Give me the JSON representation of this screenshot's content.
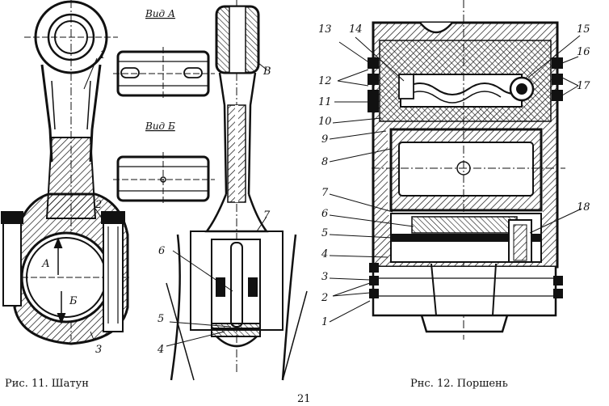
{
  "fig11": {
    "caption": "Рис. 11. Шатун",
    "view_a": "Вид А",
    "view_b": "Вид Б",
    "letter_a": "А",
    "letter_b": "Б",
    "letter_v": "В",
    "callouts": [
      "1",
      "2",
      "3",
      "4",
      "5",
      "6",
      "7"
    ]
  },
  "fig12": {
    "caption": "Рнс. 12. Поршень",
    "callouts": [
      "1",
      "2",
      "3",
      "4",
      "5",
      "6",
      "7",
      "8",
      "9",
      "10",
      "11",
      "12",
      "13",
      "14",
      "15",
      "16",
      "17",
      "18"
    ]
  },
  "page_number": "21"
}
